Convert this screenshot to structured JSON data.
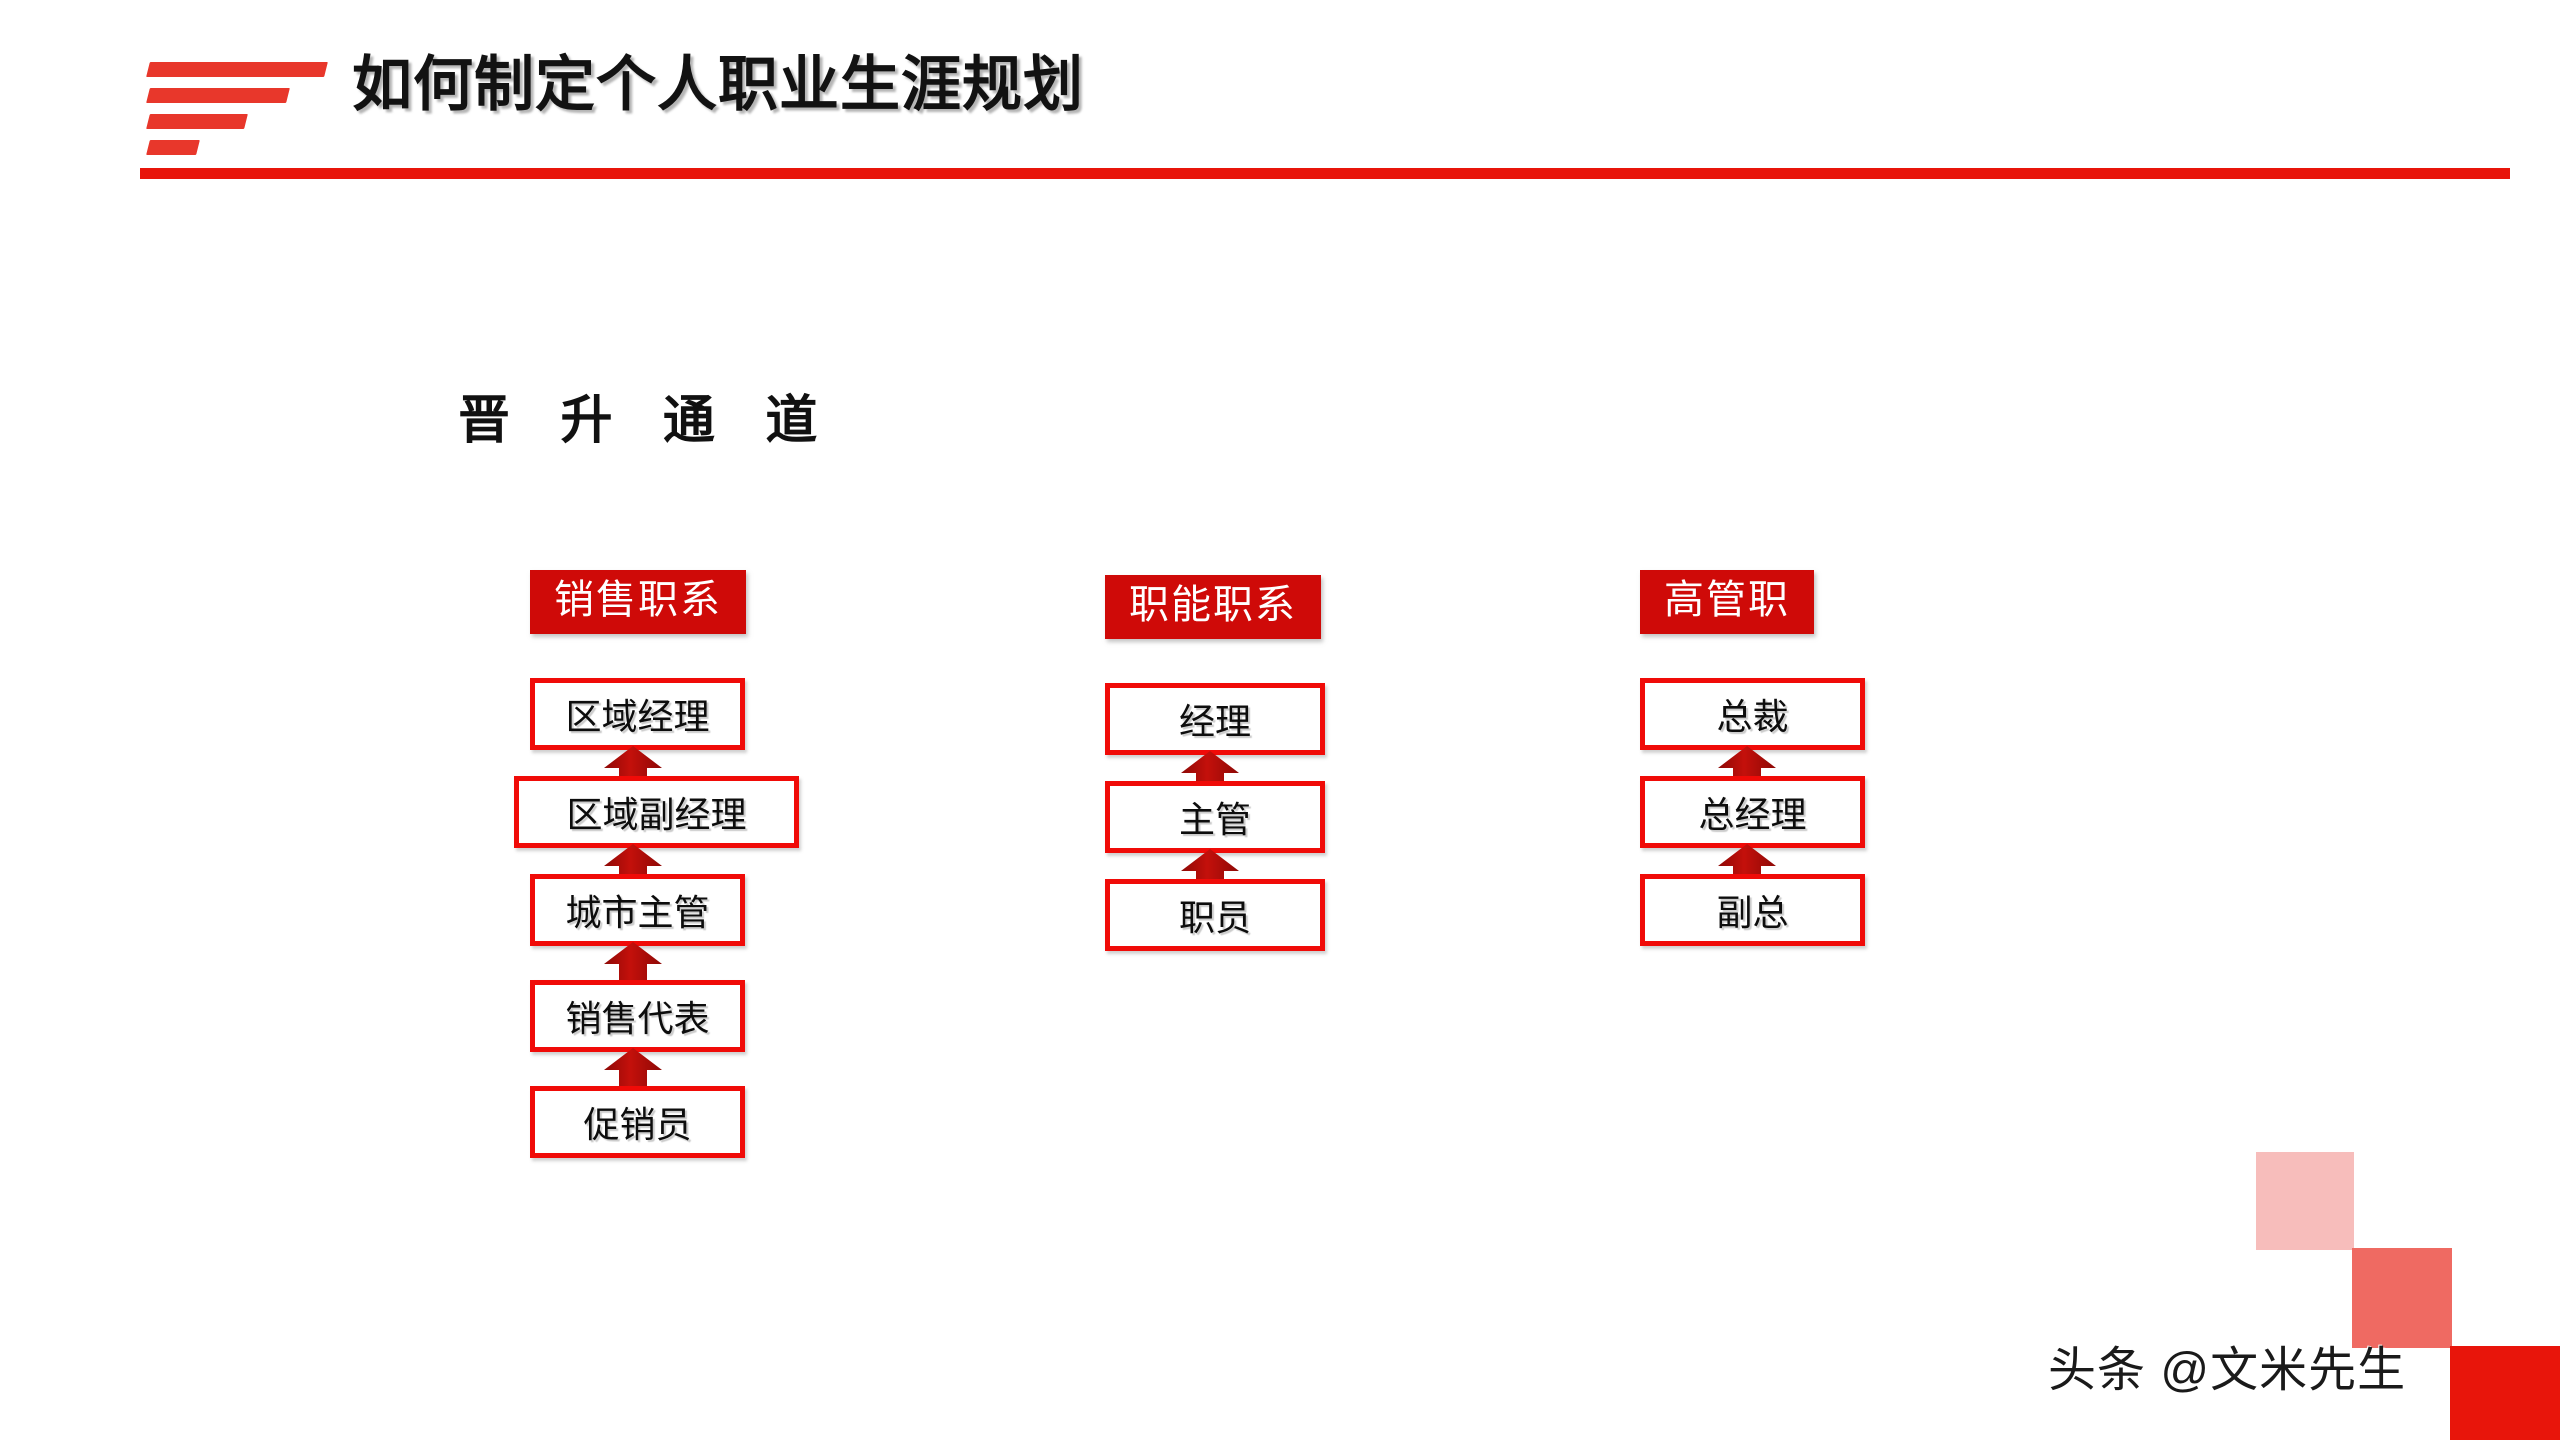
{
  "slide": {
    "title": "如何制定个人职业生涯规划",
    "section_title": "晋 升 通 道",
    "watermark": "头条 @文米先生"
  },
  "icons": {
    "logo": "speed-bars-logo",
    "arrow": "arrow-up-icon"
  },
  "colors": {
    "brand_red": "#e8150b",
    "header_badge_red": "#cf0a08",
    "box_border_red": "#f00b08",
    "arrow_red": "#b50f0a",
    "logo_red": "#e8372b",
    "decor_light": "#f7bdbb",
    "decor_mid": "#ef6a62",
    "decor_dark": "#e8150b",
    "text_dark": "#121212"
  },
  "columns": [
    {
      "id": "sales",
      "header": "销售职系",
      "steps": [
        {
          "label": "区域经理",
          "width": "narrow"
        },
        {
          "label": "区域副经理",
          "width": "wide"
        },
        {
          "label": "城市主管",
          "width": "narrow"
        },
        {
          "label": "销售代表",
          "width": "narrow"
        },
        {
          "label": "促销员",
          "width": "narrow"
        }
      ]
    },
    {
      "id": "function",
      "header": "职能职系",
      "steps": [
        {
          "label": "经理",
          "width": "mid"
        },
        {
          "label": "主管",
          "width": "mid"
        },
        {
          "label": "职员",
          "width": "mid"
        }
      ]
    },
    {
      "id": "exec",
      "header": "高管职",
      "steps": [
        {
          "label": "总裁",
          "width": "exec"
        },
        {
          "label": "总经理",
          "width": "exec"
        },
        {
          "label": "副总",
          "width": "exec"
        }
      ]
    }
  ]
}
